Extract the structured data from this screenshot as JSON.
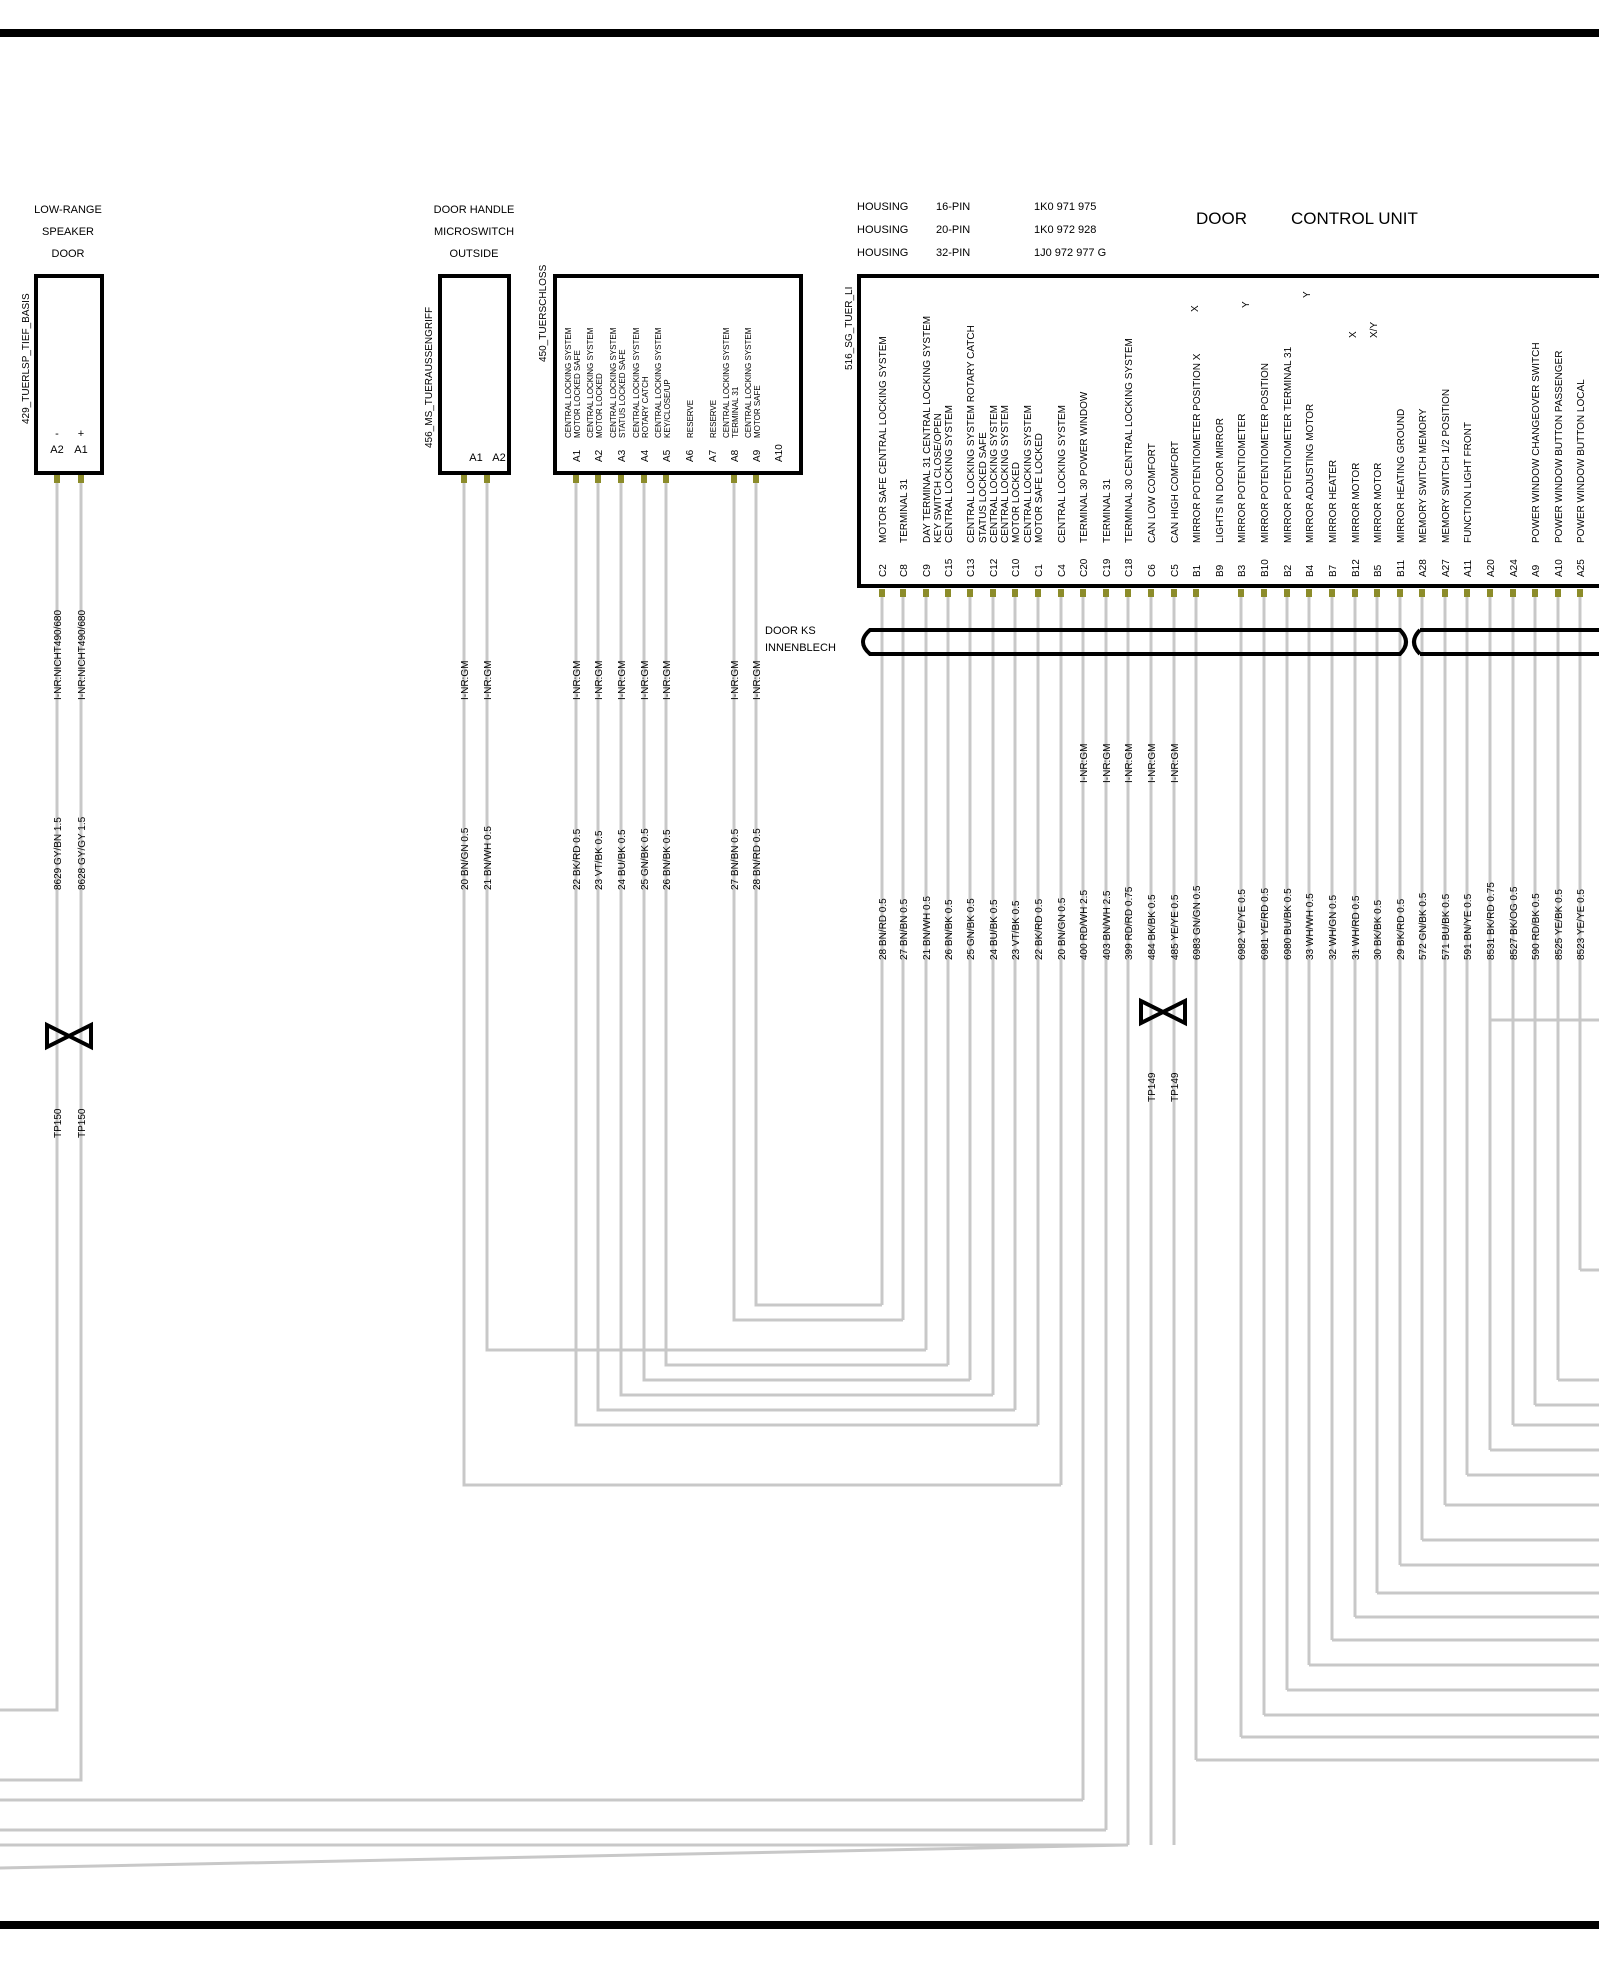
{
  "speaker": {
    "title": [
      "LOW-RANGE",
      "SPEAKER",
      "DOOR"
    ],
    "code": "429_TUERLSP_TIEF_BASIS",
    "pins": [
      {
        "sign": "-",
        "pin": "A2",
        "ident": "I-NR:NICHT490/680",
        "wire": "8629 GY/BN 1.5"
      },
      {
        "sign": "+",
        "pin": "A1",
        "ident": "I-NR:NICHT490/680",
        "wire": "8628 GY/GY 1.5"
      }
    ],
    "tp": "TP150"
  },
  "handle": {
    "title": [
      "DOOR HANDLE",
      "MICROSWITCH",
      "OUTSIDE"
    ],
    "code": "456_MS_TUERAUSSENGRIFF",
    "pins": [
      {
        "pin": "A1",
        "ident": "I-NR:GM",
        "wire": "20 BN/GN 0.5"
      },
      {
        "pin": "A2",
        "ident": "I-NR:GM",
        "wire": "21 BN/WH 0.5"
      }
    ]
  },
  "lock": {
    "code": "450_TUERSCHLOSS",
    "pins": [
      {
        "pin": "A1",
        "label": "MOTOR LOCKED SAFE",
        "label2": "CENTRAL LOCKING SYSTEM",
        "ident": "I-NR:GM",
        "wire": "22 BK/RD 0.5"
      },
      {
        "pin": "A2",
        "label": "MOTOR LOCKED",
        "label2": "CENTRAL LOCKING SYSTEM",
        "ident": "I-NR:GM",
        "wire": "23 VT/BK 0.5"
      },
      {
        "pin": "A3",
        "label": "STATUS LOCKED SAFE",
        "label2": "CENTRAL LOCKING SYSTEM",
        "ident": "I-NR:GM",
        "wire": "24 BU/BK 0.5"
      },
      {
        "pin": "A4",
        "label": "ROTARY CATCH",
        "label2": "CENTRAL LOCKING SYSTEM",
        "ident": "I-NR:GM",
        "wire": "25 GN/BK 0.5"
      },
      {
        "pin": "A5",
        "label": "KEY/CLOSE/UP",
        "label2": "CENTRAL LOCKING SYSTEM",
        "ident": "I-NR:GM",
        "wire": "26 BN/BK 0.5"
      },
      {
        "pin": "A6",
        "label": "RESERVE",
        "label2": "",
        "ident": "",
        "wire": ""
      },
      {
        "pin": "A7",
        "label": "RESERVE",
        "label2": "",
        "ident": "",
        "wire": ""
      },
      {
        "pin": "A8",
        "label": "TERMINAL 31",
        "label2": "CENTRAL LOCKING SYSTEM",
        "ident": "I-NR:GM",
        "wire": "27 BN/BN 0.5"
      },
      {
        "pin": "A9",
        "label": "MOTOR SAFE",
        "label2": "CENTRAL LOCKING SYSTEM",
        "ident": "I-NR:GM",
        "wire": "28 BN/RD 0.5"
      },
      {
        "pin": "A10",
        "label": "",
        "label2": "",
        "ident": "",
        "wire": ""
      }
    ]
  },
  "control_unit": {
    "housings": [
      {
        "label": "HOUSING",
        "pins": "16-PIN",
        "part": "1K0 971 975"
      },
      {
        "label": "HOUSING",
        "pins": "20-PIN",
        "part": "1K0 972 928"
      },
      {
        "label": "HOUSING",
        "pins": "32-PIN",
        "part": "1J0 972 977 G"
      }
    ],
    "title_a": "DOOR",
    "title_b": "CONTROL UNIT",
    "code": "516_SG_TUER_LI",
    "pins": [
      {
        "pin": "C2",
        "label": "MOTOR SAFE   CENTRAL LOCKING SYSTEM",
        "label2": "",
        "ident": "",
        "wire": "28 BN/RD 0.5"
      },
      {
        "pin": "C8",
        "label": "TERMINAL 31",
        "label2": "",
        "ident": "",
        "wire": "27 BN/BN 0.5"
      },
      {
        "pin": "C9",
        "label": "DAY  TERMINAL 31  CENTRAL LOCKING SYSTEM",
        "label2": "",
        "ident": "",
        "wire": "21 BN/WH 0.5"
      },
      {
        "pin": "C15",
        "label": "CENTRAL LOCKING SYSTEM",
        "label2": "KEY  SWITCH  CLOSE/OPEN",
        "ident": "",
        "wire": "26 BN/BK 0.5"
      },
      {
        "pin": "C13",
        "label": "CENTRAL LOCKING SYSTEM   ROTARY CATCH",
        "label2": "",
        "ident": "",
        "wire": "25 GN/BK 0.5"
      },
      {
        "pin": "C12",
        "label": "CENTRAL LOCKING SYSTEM",
        "label2": "STATUS   LOCKED SAFE",
        "ident": "",
        "wire": "24 BU/BK 0.5"
      },
      {
        "pin": "C10",
        "label": "MOTOR LOCKED",
        "label2": "CENTRAL LOCKING SYSTEM",
        "ident": "",
        "wire": "23 VT/BK 0.5"
      },
      {
        "pin": "C1",
        "label": "MOTOR SAFE  LOCKED",
        "label2": "CENTRAL LOCKING SYSTEM",
        "ident": "",
        "wire": "22 BK/RD 0.5"
      },
      {
        "pin": "C4",
        "label": "CENTRAL LOCKING SYSTEM",
        "label2": "",
        "ident": "",
        "wire": "20 BN/GN 0.5"
      },
      {
        "pin": "C20",
        "label": "TERMINAL 30   POWER WINDOW",
        "label2": "",
        "ident": "I-NR:GM",
        "wire": "400 RD/WH 2.5"
      },
      {
        "pin": "C19",
        "label": "TERMINAL 31",
        "label2": "",
        "ident": "I-NR:GM",
        "wire": "403 BN/WH 2.5"
      },
      {
        "pin": "C18",
        "label": "TERMINAL 30   CENTRAL LOCKING SYSTEM",
        "label2": "",
        "ident": "I-NR:GM",
        "wire": "399 RD/RD 0.75"
      },
      {
        "pin": "C6",
        "label": "CAN LOW     COMFORT",
        "label2": "",
        "ident": "I-NR:GM",
        "wire": "484 BK/BK 0.5"
      },
      {
        "pin": "C5",
        "label": "CAN HIGH     COMFORT",
        "label2": "",
        "ident": "I-NR:GM",
        "wire": "485 YE/YE 0.5"
      },
      {
        "pin": "B1",
        "label": "MIRROR   POTENTIOMETER   POSITION   X",
        "label2": "",
        "ident": "",
        "wire": "6983 GN/GN 0.5"
      },
      {
        "pin": "B9",
        "label": "LIGHTS     IN DOOR MIRROR",
        "label2": "",
        "ident": "",
        "wire": ""
      },
      {
        "pin": "B3",
        "label": "MIRROR     POTENTIOMETER",
        "label2": "",
        "ident": "",
        "wire": "6982 YE/YE 0.5"
      },
      {
        "pin": "B10",
        "label": "MIRROR   POTENTIOMETER   POSITION",
        "label2": "",
        "ident": "",
        "wire": "6981 YE/RD 0.5"
      },
      {
        "pin": "B2",
        "label": "MIRROR   POTENTIOMETER   TERMINAL 31",
        "label2": "",
        "ident": "",
        "wire": "6980 BU/BK 0.5"
      },
      {
        "pin": "B4",
        "label": "MIRROR     ADJUSTING   MOTOR",
        "label2": "",
        "ident": "",
        "wire": "33 WH/WH 0.5"
      },
      {
        "pin": "B7",
        "label": "MIRROR     HEATER",
        "label2": "",
        "ident": "",
        "wire": "32 WH/GN 0.5"
      },
      {
        "pin": "B12",
        "label": "MIRROR     MOTOR",
        "label2": "",
        "ident": "",
        "wire": "31 WH/RD 0.5"
      },
      {
        "pin": "B5",
        "label": "MIRROR     MOTOR",
        "label2": "",
        "ident": "",
        "wire": "30 BK/BK 0.5"
      },
      {
        "pin": "B11",
        "label": "MIRROR HEATING      GROUND",
        "label2": "",
        "ident": "",
        "wire": "29 BK/RD 0.5"
      },
      {
        "pin": "A28",
        "label": "MEMORY SWITCH      MEMORY",
        "label2": "",
        "ident": "",
        "wire": "572 GN/BK 0.5"
      },
      {
        "pin": "A27",
        "label": "MEMORY SWITCH   1/2   POSITION",
        "label2": "",
        "ident": "",
        "wire": "571 BU/BK 0.5"
      },
      {
        "pin": "A11",
        "label": "FUNCTION LIGHT      FRONT",
        "label2": "",
        "ident": "",
        "wire": "591 BN/YE 0.5"
      },
      {
        "pin": "A20",
        "label": "",
        "label2": "",
        "ident": "",
        "wire": "8531 BK/RD 0.75"
      },
      {
        "pin": "A24",
        "label": "",
        "label2": "",
        "ident": "",
        "wire": "8527 BK/OG 0.5"
      },
      {
        "pin": "A9",
        "label": "POWER WINDOW   CHANGEOVER SWITCH",
        "label2": "",
        "ident": "",
        "wire": "590 RD/BK 0.5"
      },
      {
        "pin": "A10",
        "label": "POWER WINDOW   BUTTON    PASSENGER",
        "label2": "",
        "ident": "",
        "wire": "8525 YE/BK 0.5"
      },
      {
        "pin": "A25",
        "label": "POWER WINDOW   BUTTON    LOCAL",
        "label2": "",
        "ident": "",
        "wire": "8523 YE/YE 0.5"
      }
    ],
    "extra_marks": [
      "X",
      "Y",
      "Y",
      "X",
      "X/Y"
    ],
    "tp": "TP149"
  },
  "harness": {
    "label": [
      "DOOR KS",
      "INNENBLECH"
    ]
  }
}
